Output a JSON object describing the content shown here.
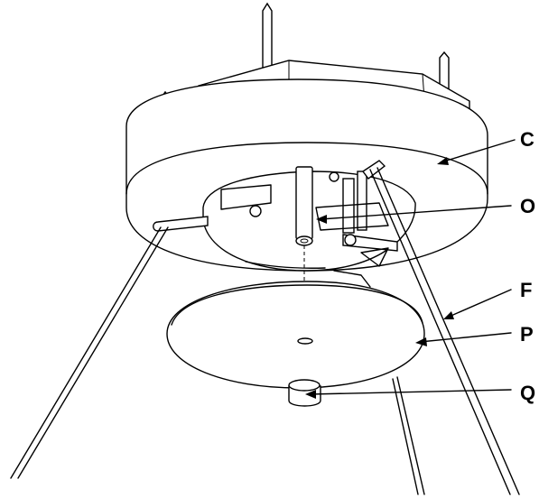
{
  "callouts": [
    {
      "id": "C",
      "label": "C"
    },
    {
      "id": "O",
      "label": "O"
    },
    {
      "id": "F",
      "label": "F"
    },
    {
      "id": "P",
      "label": "P"
    },
    {
      "id": "Q",
      "label": "Q"
    }
  ],
  "colors": {
    "line": "#000000",
    "background": "#ffffff"
  }
}
